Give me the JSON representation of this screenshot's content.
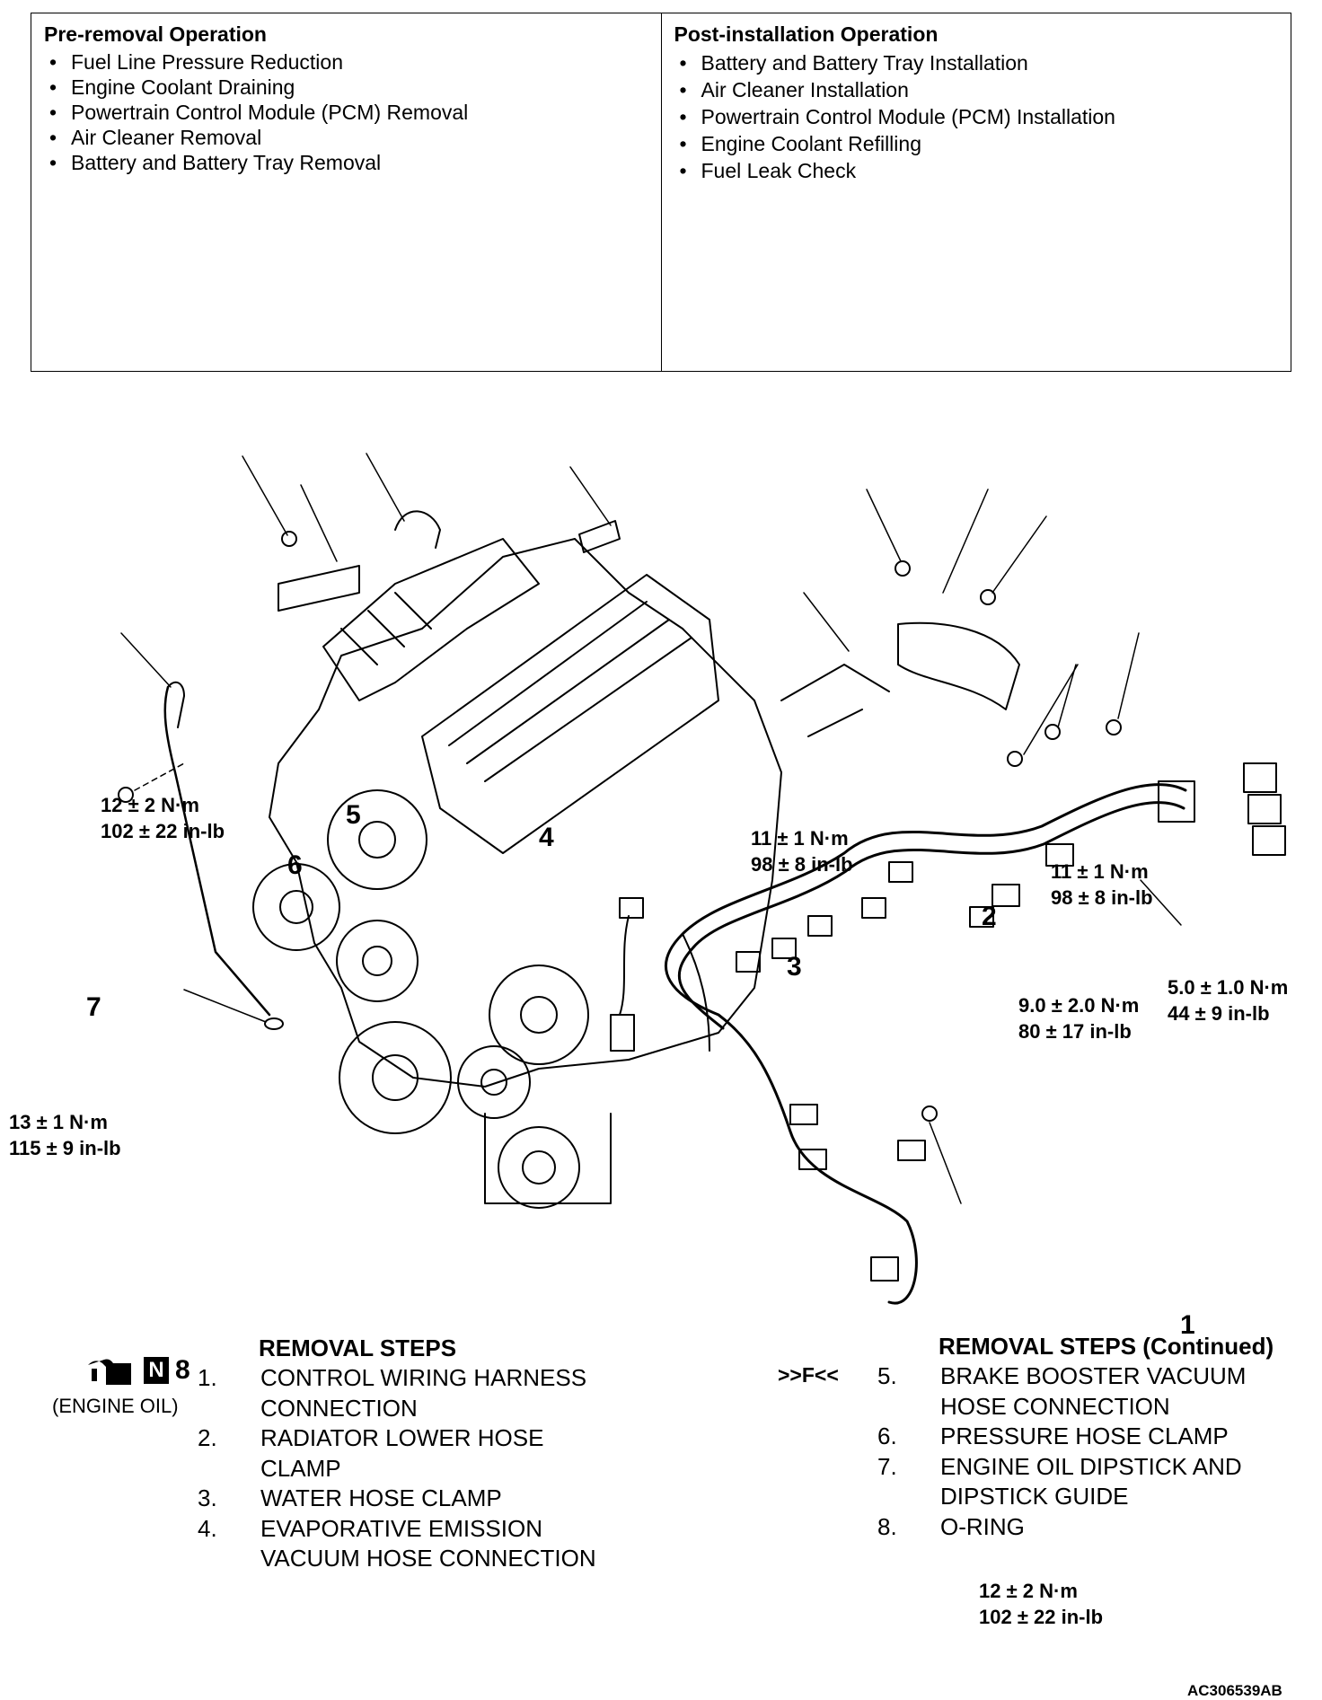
{
  "pre_removal": {
    "title": "Pre-removal Operation",
    "items": [
      "Fuel Line Pressure Reduction",
      "Engine Coolant Draining",
      "Powertrain Control Module (PCM) Removal",
      "Air Cleaner Removal",
      "Battery and Battery Tray Removal"
    ]
  },
  "post_installation": {
    "title": "Post-installation Operation",
    "items": [
      "Battery and Battery Tray Installation",
      "Air Cleaner Installation",
      "Powertrain Control Module (PCM) Installation",
      "Engine Coolant Refilling",
      "Fuel Leak Check"
    ]
  },
  "diagram": {
    "torques": {
      "t6_nm": "12 ± 2 N·m",
      "t6_inlb": "102 ± 22 in-lb",
      "t3_nm": "11 ± 1 N·m",
      "t3_inlb": "98 ± 8 in-lb",
      "t2_nm": "11 ± 1 N·m",
      "t2_inlb": "98 ± 8 in-lb",
      "t1a_nm": "9.0 ± 2.0 N·m",
      "t1a_inlb": "80 ± 17 in-lb",
      "t1b_nm": "5.0 ± 1.0 N·m",
      "t1b_inlb": "44 ± 9 in-lb",
      "t7_nm": "13 ± 1 N·m",
      "t7_inlb": "115 ± 9 in-lb",
      "tb_nm": "12 ± 2 N·m",
      "tb_inlb": "102 ± 22 in-lb"
    },
    "callouts": {
      "c1": "1",
      "c2": "2",
      "c3": "3",
      "c4": "4",
      "c5": "5",
      "c6": "6",
      "c7": "7",
      "c8": "8"
    },
    "n_badge": "N",
    "engine_oil": "(ENGINE OIL)",
    "figure_id": "AC306539AB"
  },
  "removal_steps": {
    "title": "REMOVAL STEPS",
    "steps": [
      {
        "num": "1.",
        "text": "CONTROL WIRING HARNESS\nCONNECTION"
      },
      {
        "num": "2.",
        "text": "RADIATOR LOWER HOSE\nCLAMP"
      },
      {
        "num": "3.",
        "text": "WATER HOSE CLAMP"
      },
      {
        "num": "4.",
        "text": "EVAPORATIVE EMISSION\nVACUUM HOSE CONNECTION"
      }
    ]
  },
  "removal_steps_continued": {
    "title": "REMOVAL STEPS (Continued)",
    "flag": ">>F<<",
    "steps": [
      {
        "num": "5.",
        "text": "BRAKE BOOSTER VACUUM\nHOSE CONNECTION"
      },
      {
        "num": "6.",
        "text": "PRESSURE HOSE CLAMP"
      },
      {
        "num": "7.",
        "text": "ENGINE OIL DIPSTICK AND\nDIPSTICK GUIDE"
      },
      {
        "num": "8.",
        "text": "O-RING"
      }
    ]
  }
}
